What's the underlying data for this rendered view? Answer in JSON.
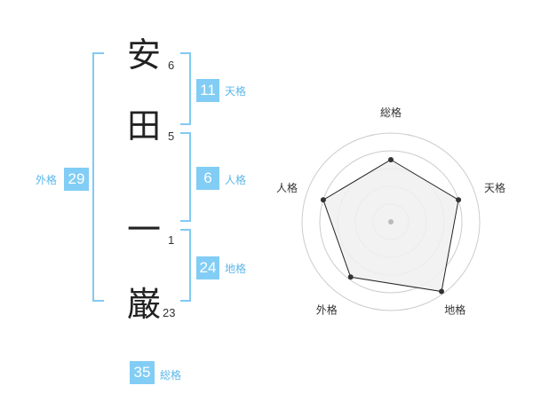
{
  "name": {
    "chars": [
      {
        "char": "安",
        "strokes": "6"
      },
      {
        "char": "田",
        "strokes": "5"
      },
      {
        "char": "一",
        "strokes": "1"
      },
      {
        "char": "巌",
        "strokes": "23"
      }
    ]
  },
  "kaku": {
    "tenkaku": {
      "value": "11",
      "label": "天格"
    },
    "jinkaku": {
      "value": "6",
      "label": "人格"
    },
    "chikaku": {
      "value": "24",
      "label": "地格"
    },
    "gaikaku": {
      "value": "29",
      "label": "外格"
    },
    "soukaku": {
      "value": "35",
      "label": "総格"
    }
  },
  "colors": {
    "accent": "#82cdf5",
    "label": "#5bb7ea",
    "radar_fill": "#f0f0f0",
    "radar_grid": "#cccccc"
  },
  "chart_data": {
    "type": "radar",
    "axes": [
      "総格",
      "天格",
      "地格",
      "外格",
      "人格"
    ],
    "values": [
      0.7,
      0.8,
      0.97,
      0.77,
      0.8
    ],
    "rings": 5,
    "ylim": [
      0,
      1
    ]
  }
}
